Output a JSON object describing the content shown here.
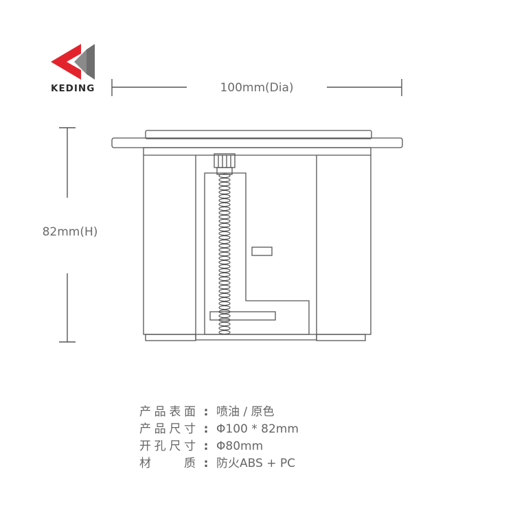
{
  "brand": {
    "name": "KEDING",
    "colors": {
      "red": "#e3232c",
      "gray": "#8a8a8a",
      "dark": "#4a4a4a"
    }
  },
  "dimensions": {
    "width_label": "100mm(Dia)",
    "height_label": "82mm(H)"
  },
  "specs": [
    {
      "label": "产品表面",
      "value": "喷油 / 原色"
    },
    {
      "label": "产品尺寸",
      "value": "Φ100 * 82mm"
    },
    {
      "label": "开孔尺寸",
      "value": "Φ80mm"
    },
    {
      "label": "材质",
      "value": "防火ABS + PC"
    }
  ],
  "separator": ":",
  "colors": {
    "line": "#555555",
    "text": "#666666"
  }
}
